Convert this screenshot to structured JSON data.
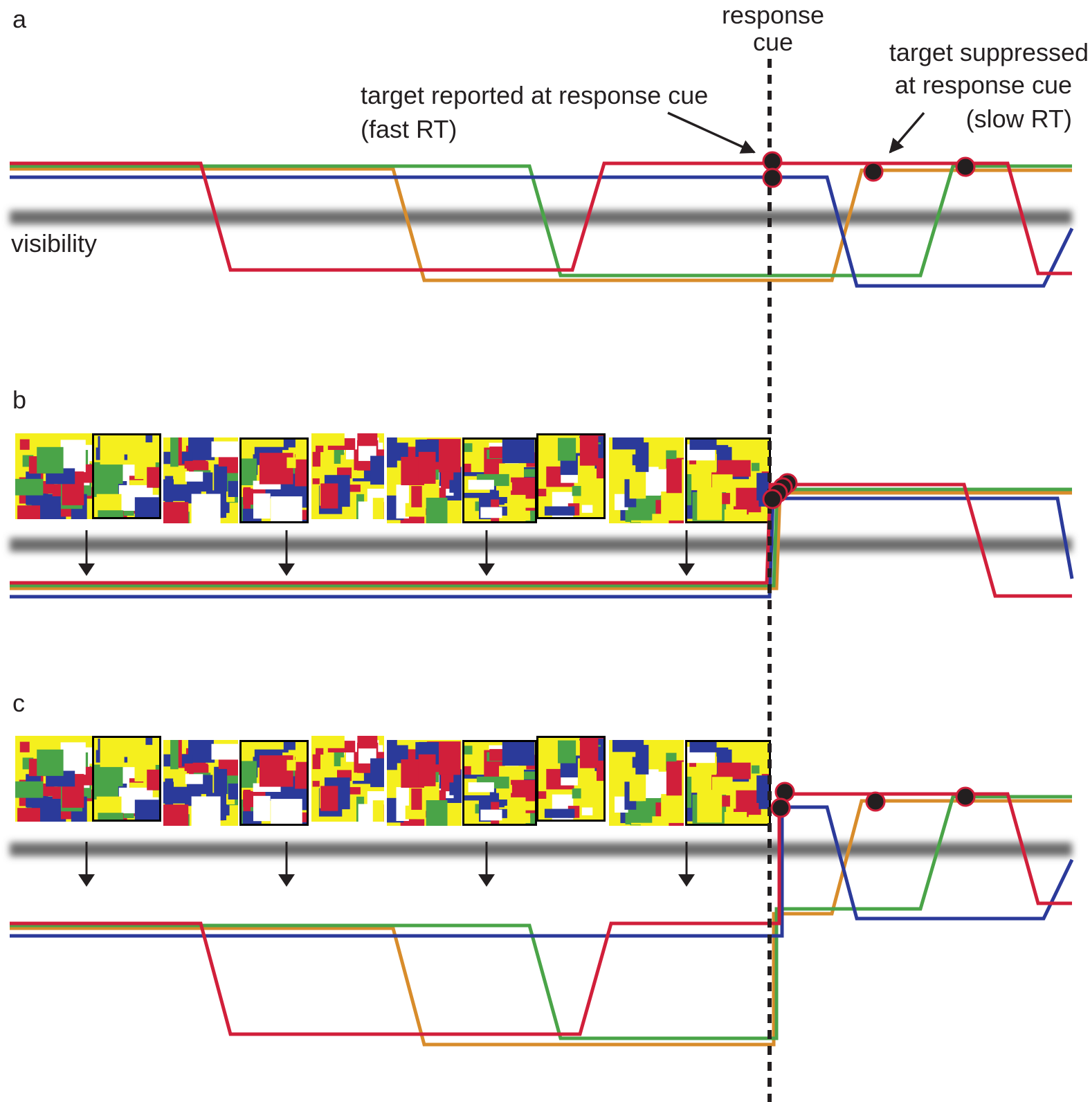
{
  "panels": {
    "a": "a",
    "b": "b",
    "c": "c"
  },
  "labels": {
    "response_cue_line1": "response",
    "response_cue_line2": "cue",
    "reported_line1": "target reported at response cue",
    "reported_line2": "(fast RT)",
    "suppressed_line1": "target suppressed",
    "suppressed_line2": "at response cue",
    "suppressed_line3": "(slow RT)",
    "visibility": "visibility"
  },
  "colors": {
    "red": "#d11f3a",
    "orange": "#d88c2b",
    "green": "#4aa448",
    "blue": "#2b3a9a",
    "marker": "#231f20",
    "marker_ring": "#d11f3a",
    "threshold_band": "#6b6b6b",
    "mondrian_palette": [
      "#d11f3a",
      "#2b3a9a",
      "#f5ef1e",
      "#4aa448",
      "#ffffff"
    ]
  },
  "icons": {
    "arrow": "arrow-icon",
    "marker": "dot-marker-icon",
    "mask": "mondrian-mask-icon"
  }
}
